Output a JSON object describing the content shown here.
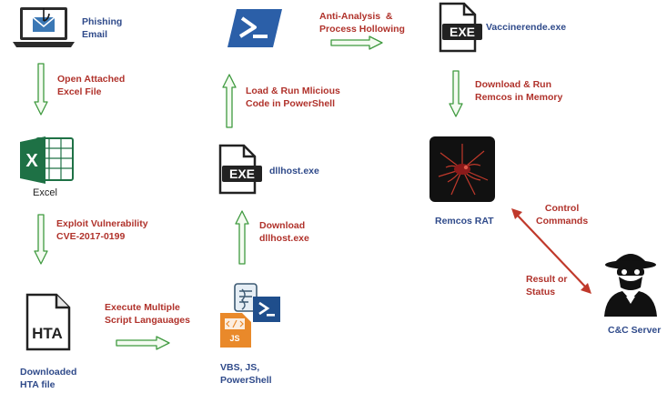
{
  "labels": {
    "phishing_email": "Phishing\nEmail",
    "open_excel": "Open Attached\nExcel File",
    "excel": "Excel",
    "exploit": "Exploit Vulnerability\nCVE-2017-0199",
    "downloaded_hta": "Downloaded\nHTA file",
    "execute_scripts": "Execute Multiple\nScript Langauages",
    "vbs_js_ps": "VBS, JS,\nPowerShell",
    "download_dllhost": "Download\ndllhost.exe",
    "dllhost": "dllhost.exe",
    "load_run": "Load & Run Mlicious\nCode in PowerShell",
    "anti_analysis": "Anti-Analysis  &\nProcess Hollowing",
    "vaccinerende": "Vaccinerende.exe",
    "download_remcos": "Download & Run\nRemcos in Memory",
    "remcos_rat": "Remcos RAT",
    "control_commands": "Control\nCommands",
    "result_status": "Result or\nStatus",
    "cnc_server": "C&C Server"
  },
  "icon_text": {
    "exe": "EXE",
    "hta": "HTA",
    "excel_x": "X",
    "js": "JS"
  },
  "colors": {
    "arrow_stroke": "#3f9a3f",
    "arrow_fill": "#f4fbf1",
    "red_text": "#b0322b",
    "blue_text": "#2f4a8a",
    "excel_green": "#1e7145",
    "powershell_blue": "#2b5fa8",
    "remcos_red": "#8b1a1a",
    "c2_red_line": "#c0392b"
  }
}
